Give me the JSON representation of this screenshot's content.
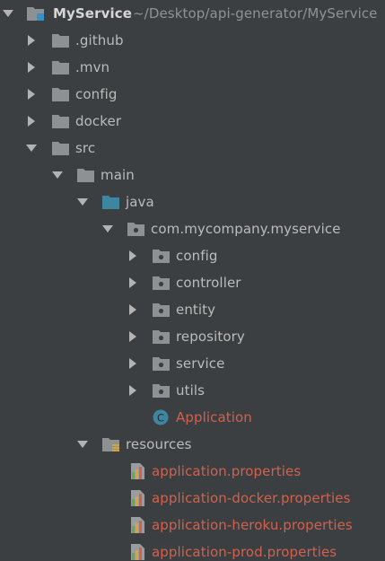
{
  "project": {
    "name": "MyService",
    "path": "~/Desktop/api-generator/MyService"
  },
  "tree": {
    "github": ".github",
    "mvn": ".mvn",
    "config": "config",
    "docker": "docker",
    "src": "src",
    "main": "main",
    "java": "java",
    "package": "com.mycompany.myservice",
    "pkg_config": "config",
    "pkg_controller": "controller",
    "pkg_entity": "entity",
    "pkg_repository": "repository",
    "pkg_service": "service",
    "pkg_utils": "utils",
    "application_class": "Application",
    "class_icon_letter": "C",
    "resources": "resources",
    "files": [
      "application.properties",
      "application-docker.properties",
      "application-heroku.properties",
      "application-prod.properties"
    ]
  },
  "colors": {
    "background": "#3c3f41",
    "text": "#bbbbbb",
    "modified_red": "#d2604d",
    "folder_gray": "#8d9193",
    "source_blue": "#3e86a0"
  },
  "icons": {
    "expanded": "triangle-down-icon",
    "collapsed": "triangle-right-icon",
    "module": "module-folder-icon",
    "folder": "folder-icon",
    "source_root": "source-root-folder-icon",
    "package": "package-icon",
    "class": "class-c-icon",
    "resources": "resources-folder-icon",
    "properties": "properties-file-icon"
  }
}
